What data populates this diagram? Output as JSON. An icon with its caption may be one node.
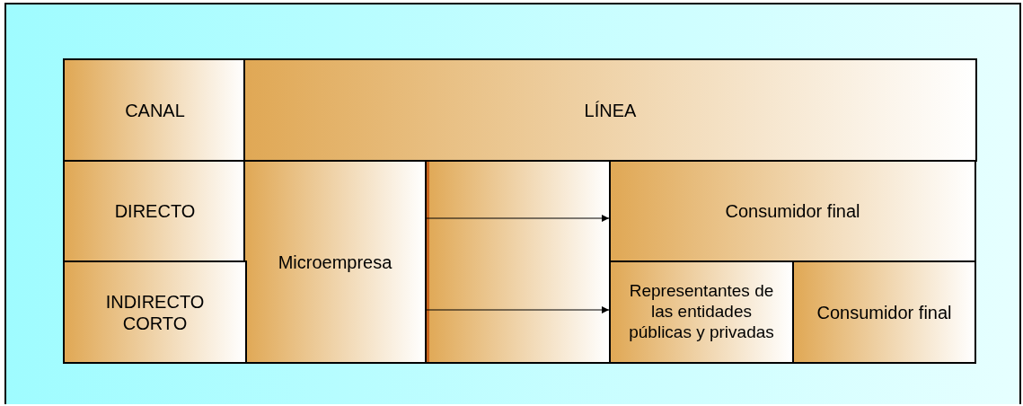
{
  "diagram": {
    "nodes": [
      {
        "text": [
          "CANAL"
        ]
      },
      {
        "text": [
          "LÍNEA"
        ]
      },
      {
        "text": [
          "DIRECTO"
        ]
      },
      {
        "text": [
          "Microempresa"
        ]
      },
      {
        "text": [
          "Consumidor final"
        ]
      },
      {
        "text": [
          "INDIRECTO CORTO"
        ]
      },
      {
        "text": [
          "Representantes de las entidades públicas y privadas"
        ]
      },
      {
        "text": [
          "Consumidor final"
        ]
      }
    ],
    "edges": [
      {
        "from": 3,
        "to": 4,
        "arrow": "to"
      },
      {
        "from": 3,
        "to": 6,
        "arrow": "to"
      }
    ]
  }
}
